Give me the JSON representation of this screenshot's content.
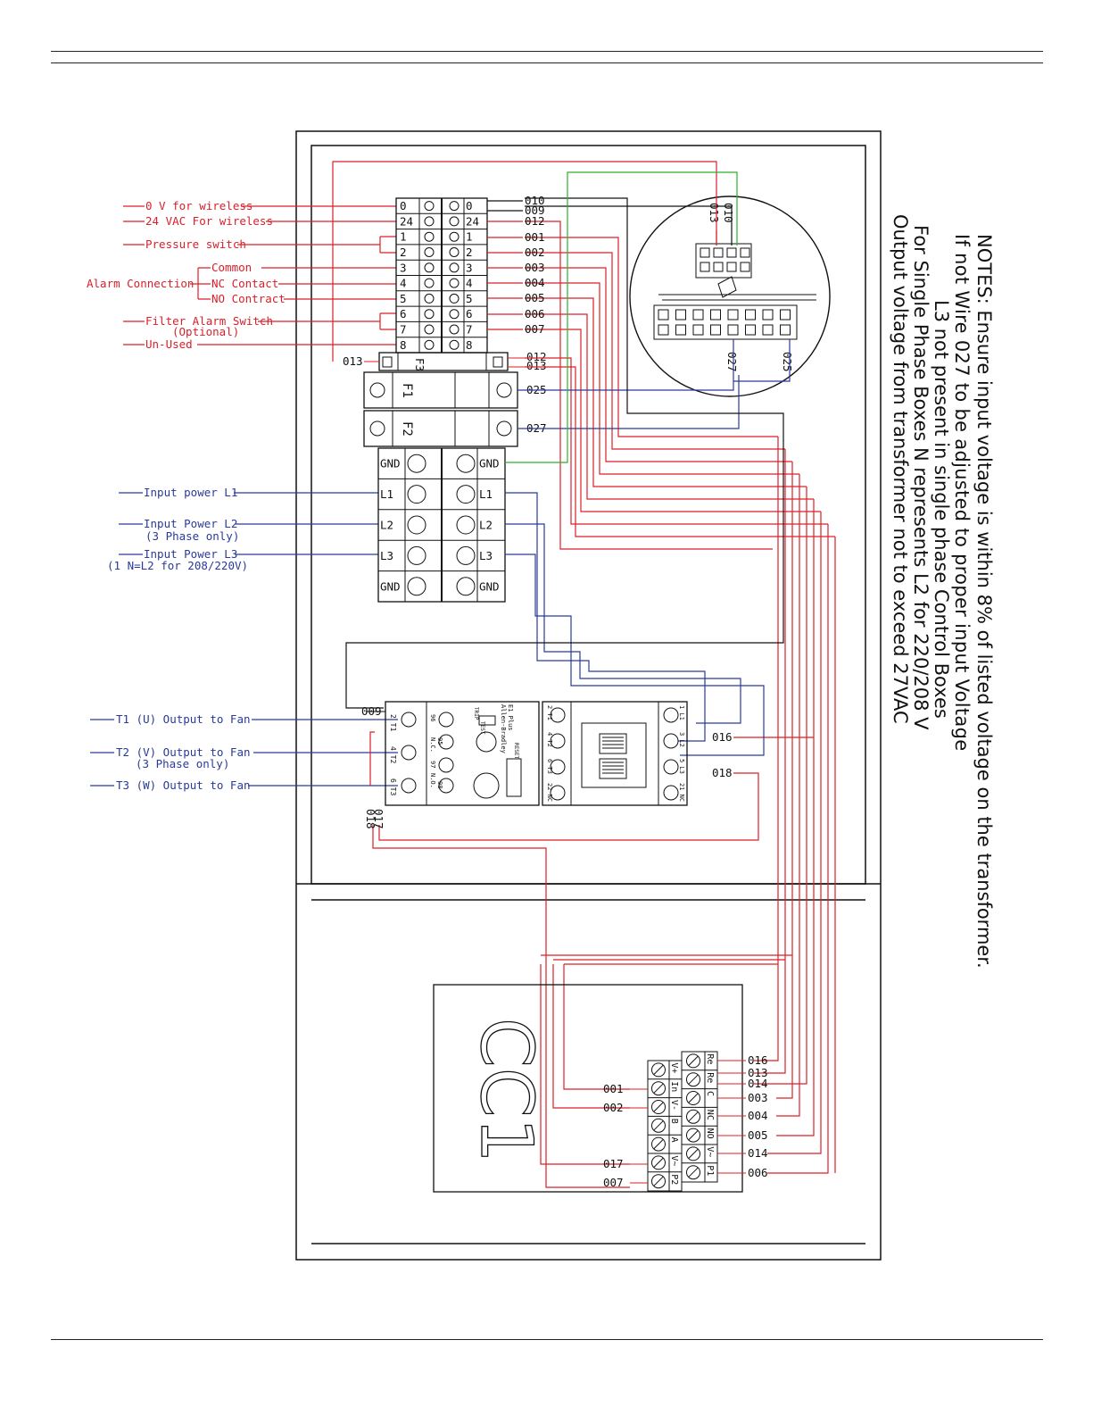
{
  "colors": {
    "power": "#2a3a9a",
    "control": "#d9202a",
    "ground": "#2bb02b",
    "frame": "#111111"
  },
  "left_labels": {
    "wireless_0v": "0 V for wireless",
    "wireless_24": "24 VAC For wireless",
    "pressure": "Pressure switch",
    "alarm_connection": "Alarm Connection",
    "common": "Common",
    "nc": "NC Contact",
    "no": "NO Contract",
    "filter_alarm": "Filter Alarm Switch",
    "filter_optional": "(Optional)",
    "unused": "Un-Used",
    "input_l1": "Input power L1",
    "input_l2": "Input Power L2",
    "input_l2_note": "(3 Phase only)",
    "input_l3": "Input Power L3",
    "input_l3_note": "(1 N=L2 for 208/220V)",
    "t1": "T1 (U) Output to Fan",
    "t2": "T2 (V) Output to Fan",
    "t2_note": "(3 Phase only)",
    "t3": "T3 (W) Output to Fan"
  },
  "terminal_strip": [
    "0",
    "24",
    "1",
    "2",
    "3",
    "4",
    "5",
    "6",
    "7",
    "8"
  ],
  "power_terminals": [
    "GND",
    "L1",
    "L2",
    "L3",
    "GND"
  ],
  "strip_wires": [
    "010",
    "009",
    "012",
    "001",
    "002",
    "003",
    "004",
    "005",
    "006",
    "007"
  ],
  "fuse_wires": {
    "f3_left": "013",
    "f3_right_a": "012",
    "f3_right_b": "013",
    "f1_out": "025",
    "f2_out": "027"
  },
  "fuses": {
    "f3": "F3",
    "f1": "F1",
    "f2": "F2"
  },
  "transformer_wires": {
    "a": "013",
    "b": "010",
    "c": "027",
    "d": "025"
  },
  "starter_wires": {
    "w009": "009",
    "w016": "016",
    "w018": "018",
    "w017": "017",
    "w018b": "018"
  },
  "overload": {
    "brand": "Allen-Bradley",
    "model": "E1 Plus",
    "test": "TEST",
    "reset": "RESET",
    "trip": "TRIP",
    "nc": "N.C.",
    "no": "N.O.",
    "t1": "2 T1",
    "t2": "4 T2",
    "t3": "6 T3",
    "c95": "95",
    "c96": "96",
    "c97": "97",
    "c98": "98"
  },
  "contactor": {
    "t1": "2 T1",
    "t2": "4 T2",
    "t3": "6 T3",
    "nc": "22 NC",
    "l1": "1 L1",
    "l2": "3 L2",
    "l3": "5 L3",
    "a": "21 NC"
  },
  "controller": {
    "name": "CC1",
    "left_col": [
      "V+",
      "In",
      "V-",
      "B",
      "A",
      "V~",
      "P2"
    ],
    "right_col": [
      "Re",
      "Re",
      "C",
      "NC",
      "NO",
      "V~",
      "P1"
    ]
  },
  "controller_wires_left": [
    "001",
    "002",
    "017",
    "007"
  ],
  "controller_wires_right": [
    "016",
    "013",
    "014",
    "003",
    "004",
    "005",
    "014",
    "006"
  ],
  "notes": [
    "NOTES: Ensure input voltage is within 8% of listed voltage on the transformer.",
    "If not Wire 027 to be adjusted to proper input Voltage",
    "L3 not present in single phase Control Boxes",
    "For Single Phase Boxes N represents L2 for 220/208 V",
    "Output voltage from transformer not to exceed 27VAC"
  ]
}
